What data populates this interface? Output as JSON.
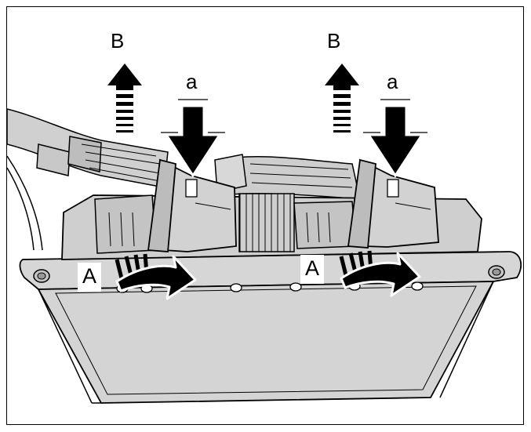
{
  "labels": {
    "left_B": "B",
    "left_a": "a",
    "left_A": "A",
    "right_B": "B",
    "right_a": "a",
    "right_A": "A"
  },
  "colors": {
    "housing_fill": "#d4d4d4",
    "housing_shadow": "#bcbcbc",
    "wire_fill": "#c9c9c9",
    "outline": "#000000",
    "arrow": "#000000",
    "background": "#ffffff"
  }
}
